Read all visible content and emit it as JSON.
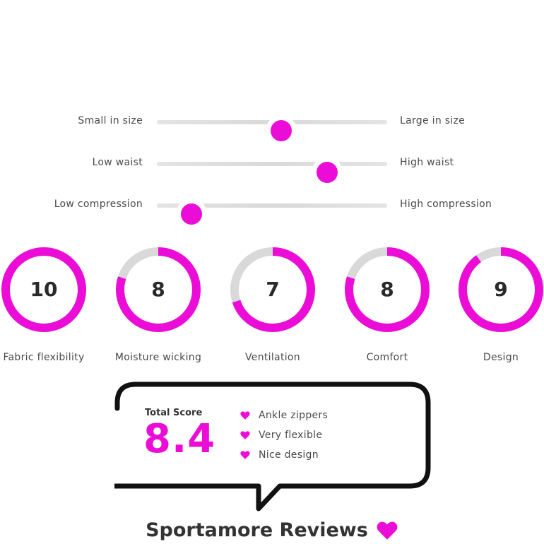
{
  "accent_color": "#ec0cd7",
  "track_color": "#d9d9d9",
  "sliders": [
    {
      "left_label": "Small in size",
      "right_label": "Large in size",
      "value": 0.54
    },
    {
      "left_label": "Low waist",
      "right_label": "High waist",
      "value": 0.74
    },
    {
      "left_label": "Low compression",
      "right_label": "High compression",
      "value": 0.15
    }
  ],
  "ratings": [
    {
      "label": "Fabric flexibility",
      "value": "10",
      "score": 10,
      "max": 10
    },
    {
      "label": "Moisture wicking",
      "value": "8",
      "score": 8,
      "max": 10
    },
    {
      "label": "Ventilation",
      "value": "7",
      "score": 7,
      "max": 10
    },
    {
      "label": "Comfort",
      "value": "8",
      "score": 8,
      "max": 10
    },
    {
      "label": "Design",
      "value": "9",
      "score": 9,
      "max": 10
    }
  ],
  "total": {
    "label": "Total Score",
    "value": "8.4"
  },
  "highlights": [
    "Ankle zippers",
    "Very flexible",
    "Nice design"
  ],
  "brand": {
    "name": "Sportamore Reviews",
    "icon": "heart-icon"
  }
}
